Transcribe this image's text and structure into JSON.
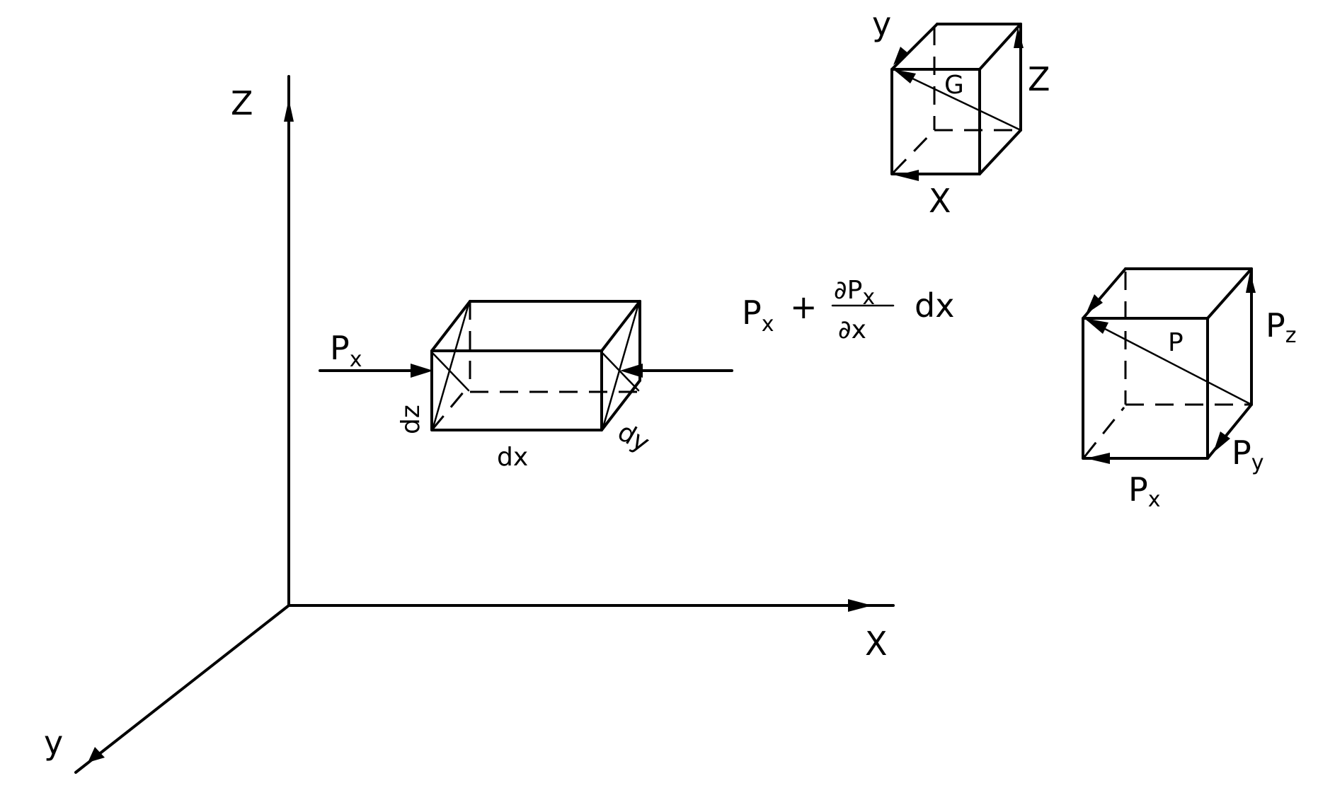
{
  "main_axes": {
    "z": "Z",
    "x": "X",
    "y": "y"
  },
  "element": {
    "force_left": "P",
    "force_left_sub": "x",
    "force_right_p": "P",
    "force_right_p_sub": "x",
    "force_right_op": "+",
    "force_right_num": "∂P",
    "force_right_num_sub": "x",
    "force_right_den": "∂x",
    "force_right_dx": "dx",
    "dx": "dx",
    "dy": "dy",
    "dz": "dz"
  },
  "gravity_cube": {
    "y": "y",
    "z": "Z",
    "x": "X",
    "g": "G"
  },
  "pressure_cube": {
    "p": "P",
    "pz": "P",
    "pz_sub": "z",
    "py": "P",
    "py_sub": "y",
    "px": "P",
    "px_sub": "x"
  }
}
